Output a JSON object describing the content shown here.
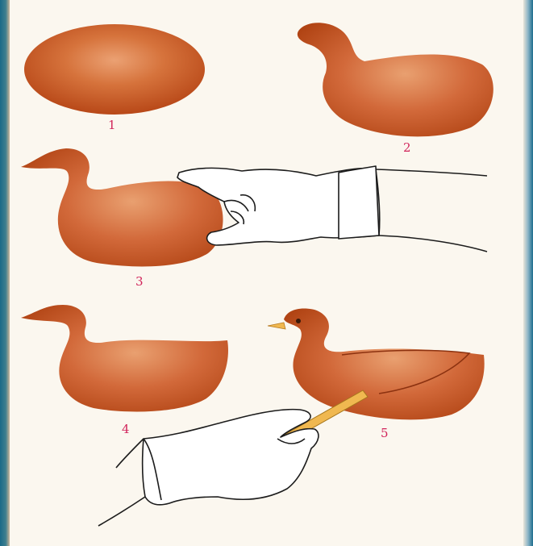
{
  "steps": [
    {
      "label": "1"
    },
    {
      "label": "2"
    },
    {
      "label": "3"
    },
    {
      "label": "4"
    },
    {
      "label": "5"
    }
  ],
  "colors": {
    "clay": "#c5501f",
    "clay_light": "#e59a6a",
    "clay_dark": "#9c3a15",
    "number": "#d1245a",
    "outline": "#1c1c1c",
    "stick": "#f0b850"
  },
  "icons": [
    "clay-lump",
    "clay-duck-shape",
    "hand-outline",
    "modeling-stick"
  ]
}
